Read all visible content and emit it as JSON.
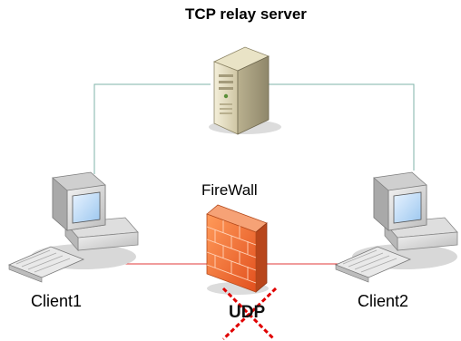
{
  "diagram": {
    "title": "TCP relay server",
    "firewall_label": "FireWall",
    "client1_label": "Client1",
    "client2_label": "Client2",
    "udp_label": "UDP",
    "colors": {
      "tcp_link": "#7fb3a8",
      "udp_link": "#e23a3a",
      "blocked_cross": "#e00000",
      "firewall": "#f07a3a"
    },
    "icons": [
      "server-icon",
      "client-computer-icon",
      "firewall-icon",
      "blocked-x-icon"
    ],
    "udp_blocked": true
  }
}
